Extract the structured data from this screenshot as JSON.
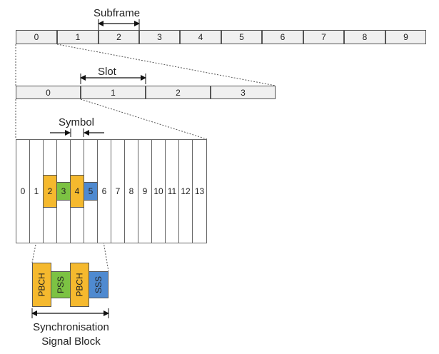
{
  "subframe": {
    "label": "Subframe",
    "cells": [
      "0",
      "1",
      "2",
      "3",
      "4",
      "5",
      "6",
      "7",
      "8",
      "9"
    ]
  },
  "slot": {
    "label": "Slot",
    "cells": [
      "0",
      "1",
      "2",
      "3"
    ]
  },
  "symbol": {
    "label": "Symbol",
    "cells": [
      "0",
      "1",
      "2",
      "3",
      "4",
      "5",
      "6",
      "7",
      "8",
      "9",
      "10",
      "11",
      "12",
      "13"
    ]
  },
  "ssb": {
    "blocks": [
      "PBCH",
      "PSS",
      "PBCH",
      "SSS"
    ],
    "label_line1": "Synchronisation",
    "label_line2": "Signal Block"
  },
  "colors": {
    "pbch": "#f5b92e",
    "pss": "#7cc243",
    "sss": "#4f8ad0",
    "cell_fill": "#f0f0f0",
    "border": "#555555"
  }
}
